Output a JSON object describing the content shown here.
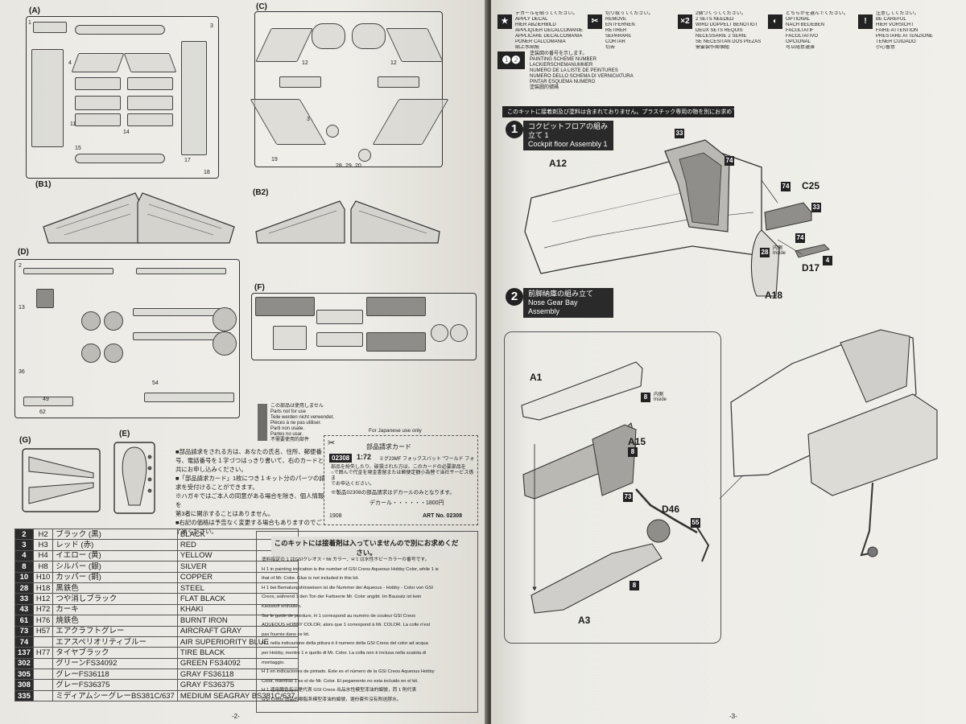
{
  "left_page": {
    "sprue_labels": {
      "a": "(A)",
      "b1": "(B1)",
      "b2": "(B2)",
      "c": "(C)",
      "d": "(D)",
      "e": "(E)",
      "f": "(F)",
      "g": "(G)"
    },
    "unused_parts": [
      "この部品は使用しません",
      "Parts not for use",
      "Teile werden nicht verwendet.",
      "Pièces à ne pas utiliser.",
      "Parti non usate.",
      "Partes no usar.",
      "不需要使用的部件"
    ],
    "order_note": [
      "■部品請求をされる方は、あなたの氏名、住所、郵便番",
      "号、電話番号を１字づつはっきり書いて、右のカードと",
      "共にお申し込みください。",
      "■「部品請求カード」1枚につき１キット分のパーツの請",
      "求を受付けることができます。",
      "※ハガキではご本人の同意がある場合を除き、個人情報を",
      "第3者に開示することはありません。",
      "■右記の価格は予告なく変更する場合もありますのでご",
      "了承ください。"
    ],
    "card": {
      "japan_use": "For Japanese use only",
      "title": "部品請求カード",
      "code": "02308",
      "scale": "1:72",
      "kit_name": "ミグ23MF フォックスバット \"ワールド フォックスバット\"",
      "text1": "部品を紛失したり、破損された方は、このカードの必要部品を",
      "text2": "○で囲んで代金を現金書留または郵便定額小為替で当社サービス係ま",
      "text3": "でお申込ください。",
      "decal_note": "※製品02308の部品請求はデカールのみとなります。",
      "decal_label": "デカール・・・・・・1800円",
      "date": "1908",
      "art_no": "ART No. 02308"
    },
    "paint_table": [
      {
        "code": "2",
        "h": "H2",
        "jp": "ブラック (黒)",
        "en": "BLACK"
      },
      {
        "code": "3",
        "h": "H3",
        "jp": "レッド (赤)",
        "en": "RED"
      },
      {
        "code": "4",
        "h": "H4",
        "jp": "イエロー (黄)",
        "en": "YELLOW"
      },
      {
        "code": "8",
        "h": "H8",
        "jp": "シルバー (銀)",
        "en": "SILVER"
      },
      {
        "code": "10",
        "h": "H10",
        "jp": "カッパー (銅)",
        "en": "COPPER"
      },
      {
        "code": "28",
        "h": "H18",
        "jp": "黒鉄色",
        "en": "STEEL"
      },
      {
        "code": "33",
        "h": "H12",
        "jp": "つや消しブラック",
        "en": "FLAT BLACK"
      },
      {
        "code": "43",
        "h": "H72",
        "jp": "カーキ",
        "en": "KHAKI"
      },
      {
        "code": "61",
        "h": "H76",
        "jp": "焼鉄色",
        "en": "BURNT IRON"
      },
      {
        "code": "73",
        "h": "H57",
        "jp": "エアクラフトグレー",
        "en": "AIRCRAFT GRAY"
      },
      {
        "code": "74",
        "h": "",
        "jp": "エアスペリオリティブルー",
        "en": "AIR SUPERIORITY BLUE"
      },
      {
        "code": "137",
        "h": "H77",
        "jp": "タイヤブラック",
        "en": "TIRE BLACK"
      },
      {
        "code": "302",
        "h": "",
        "jp": "グリーンFS34092",
        "en": "GREEN FS34092"
      },
      {
        "code": "305",
        "h": "",
        "jp": "グレーFS36118",
        "en": "GRAY FS36118"
      },
      {
        "code": "308",
        "h": "",
        "jp": "グレーFS36375",
        "en": "GRAY FS36375"
      },
      {
        "code": "335",
        "h": "",
        "jp": "ミディアムシーグレーBS381C/637",
        "en": "MEDIUM SEAGRAY BS381C/637"
      }
    ],
    "glue_title": "このキットには接着剤は入っていませんので別にお求めください。",
    "glue_lines": [
      "塗料指定の 1 はGSIクレオス・Mr.カラー、H 1 は水性ホビーカラーの番号です。",
      "H 1 in painting indication is the number of GSI Creos Aqueous Hobby Color, while 1 is",
      "that of Mr. Color. Glue is not included in this kit.",
      "H 1 bei Bemalungshinweisen ist die Nummer der Aqueous - Hobby - Color von GSI",
      "Creos, während 1 den Ton der Farbserie Mr. Color angibt. Im Bausatz ist kein",
      "Klebstoff enthalten.",
      "Sur le guide de peinture, H 1 correspond au numéro de couleur GSI Creos",
      "AQUEOUS HOBBY COLOR, alors que 1 correspond à Mr. COLOR. La colle n'est",
      "pas fournie dans ce kit.",
      "H 1 nella indicazione della pittura è il numero della GSI Creos del color ad acqua",
      "per Hobby, mentre 1 e quello di Mr. Color. La colla non è inclusa nella scatola di",
      "montaggio.",
      "H 1 en indicaciones de pintado. Este es el número de la GSI Creos Aqueous Hobby",
      "Color, mientras 1 es el de Mr. Color. El pegamento no esta incluido en el kit.",
      "H 1 適用顏色指示是代表 GSI Creos 出品水性模型漆油的編號，而 1 則代表",
      "GSI Creos 出品的樹脂系模型漆油的編號，選份套件沒有附送膠水。"
    ],
    "page_number": "-2-"
  },
  "right_page": {
    "symbols": [
      {
        "glyph": "★",
        "lines": [
          "デカールを貼ってください。",
          "APPLY DECAL",
          "HIER ABZIEHBILD",
          "APPLIQUER DECALCOMANIE",
          "APPLICARE DECALCOMANIA",
          "PONER CALCOMANIA",
          "貼上水貼紙"
        ]
      },
      {
        "glyph": "✂",
        "lines": [
          "切り取ってください。",
          "REMOVE",
          "ENTFERNEN",
          "RETIRER",
          "SEPARARE",
          "CORTAR",
          "切去"
        ]
      },
      {
        "glyph": "×2",
        "lines": [
          "2個つくってください。",
          "2 SETS NEEDED",
          "WIRD DOPPELT BENÖTIGT",
          "DEUX SETS REQUIS",
          "NECESSARIE 2 SERIE",
          "SE NECESITAN DOS PIEZAS",
          "需要製作兩個組"
        ]
      },
      {
        "glyph": "◐",
        "lines": [
          "どちらかを選んでください。",
          "OPTIONAL",
          "NACH BELIEBEN",
          "FACULTATIF",
          "FACOLTATIVO",
          "OPCIONAL",
          "可以隨意選擇"
        ]
      },
      {
        "glyph": "!",
        "lines": [
          "注意してください。",
          "BE CAREFUL",
          "HIER VORSICHT",
          "FAIRE ATTENTION",
          "PRESTARE ATTENZIONE",
          "TENER CUIDADO",
          "小心留意"
        ]
      }
    ],
    "scheme": {
      "glyph": "❶❷",
      "lines": [
        "塗装図の番号を示します。",
        "PAINTING SCHEME NUMBER",
        "LACKIERSCHEMANUMMER",
        "NUMERO DE LA LISTE DE PEINTURES",
        "NUMERO DELLO SCHEMA DI VERNICIATURA",
        "PINTAR ESQUEMA NUMERO",
        "塗裝圖的號碼"
      ]
    },
    "warning": "このキットに接着剤及び塗料は含まれておりません。プラスチック専用の物を別にお求め下さい。",
    "step1": {
      "num": "1",
      "jp": "コクピットフロアの組み立て 1",
      "en": "Cockpit floor Assembly 1"
    },
    "step2": {
      "num": "2",
      "jp": "前脚納庫の組み立て",
      "en": "Nose Gear Bay Assembly"
    },
    "callouts": {
      "a12": "A12",
      "c25": "C25",
      "d17": "D17",
      "a18": "A18",
      "a1": "A1",
      "a15": "A15",
      "d46": "D46",
      "a3": "A3"
    },
    "paint_tags": {
      "p33a": "33",
      "p74a": "74",
      "p74b": "74",
      "p33b": "33",
      "p74c": "74",
      "p28": "28",
      "p4": "4",
      "p8a": "8",
      "p8b": "8",
      "p73": "73",
      "p55": "55",
      "p8c": "8"
    },
    "inside": {
      "jp": "内側",
      "en": "Inside"
    },
    "page_number": "-3-"
  }
}
